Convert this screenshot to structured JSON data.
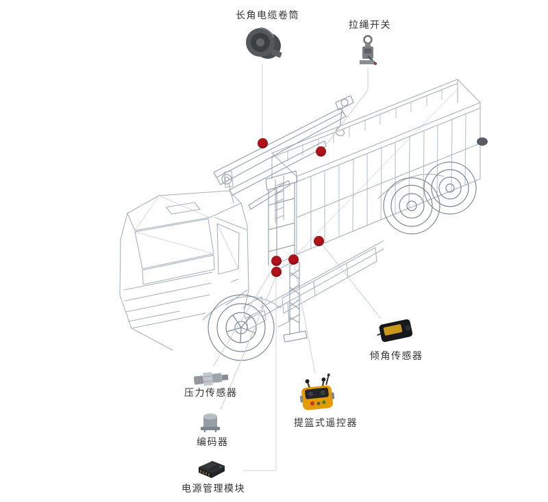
{
  "diagram": {
    "subject": "truck-mounted-crane-sensor-application",
    "colors": {
      "background": "#ffffff",
      "marker_red": "#b0121a",
      "wireframe_gray": "#a8b1bb",
      "connector_line": "#ccd1d6",
      "label_text": "#333333",
      "remote_yellow": "#e59a00",
      "sensor_label_yellow": "#c9971c"
    },
    "marker_count": 6
  },
  "components": [
    {
      "id": "cable-reel",
      "label": "长角电缆卷筒"
    },
    {
      "id": "pull-rope-switch",
      "label": "拉绳开关"
    },
    {
      "id": "tilt-sensor",
      "label": "倾角传感器"
    },
    {
      "id": "pressure-sensor",
      "label": "压力传感器"
    },
    {
      "id": "encoder",
      "label": "编码器"
    },
    {
      "id": "power-module",
      "label": "电源管理模块"
    },
    {
      "id": "remote-control",
      "label": "提篮式遥控器"
    }
  ]
}
